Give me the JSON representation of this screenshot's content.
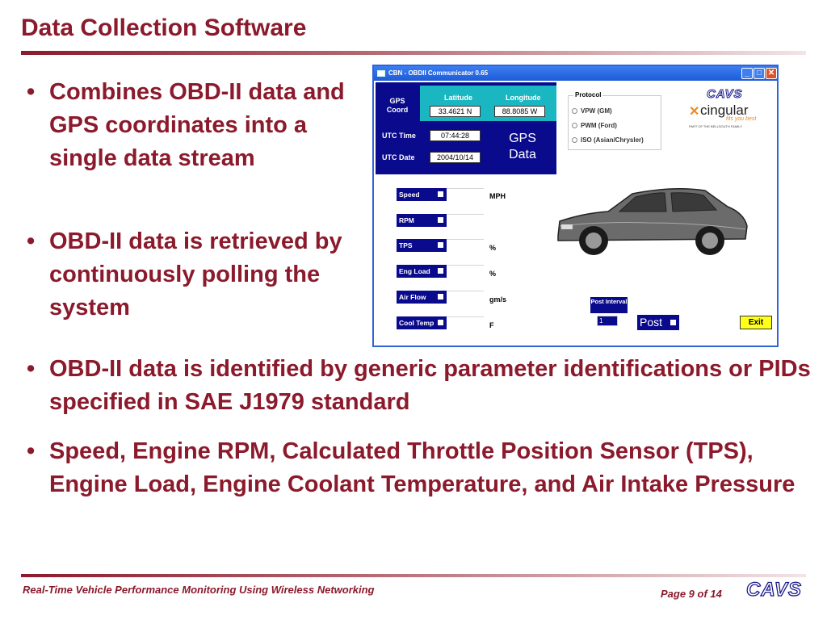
{
  "slide": {
    "title": "Data Collection Software",
    "bullets": [
      "Combines OBD-II data and GPS coordinates into a single data stream",
      "OBD-II data is retrieved by continuously polling the system",
      "OBD-II data is identified by generic parameter identifications or PIDs specified in SAE J1979 standard",
      "Speed, Engine RPM, Calculated Throttle Position Sensor (TPS), Engine Load, Engine Coolant Temperature, and Air Intake Pressure"
    ],
    "bullet_char": "•"
  },
  "window": {
    "title": "CBN - OBDII Communicator 0.65",
    "gps": {
      "coord_label": "GPS Coord",
      "latitude_label": "Latitude",
      "longitude_label": "Longitude",
      "latitude": "33.4621 N",
      "longitude": "88.8085 W",
      "utc_time_label": "UTC Time",
      "utc_time": "07:44:28",
      "utc_date_label": "UTC Date",
      "utc_date": "2004/10/14",
      "data_label": "GPS Data"
    },
    "protocol": {
      "title": "Protocol",
      "options": [
        "VPW (GM)",
        "PWM (Ford)",
        "ISO (Asian/Chrysler)"
      ]
    },
    "logos": {
      "cavs": "CAVS",
      "cingular": "cingular",
      "cingular_tagline": "fits you best",
      "cingular_part_of": "PART OF THE BELLSOUTH FAMILY"
    },
    "params": [
      {
        "label": "Speed",
        "unit": "MPH"
      },
      {
        "label": "RPM",
        "unit": ""
      },
      {
        "label": "TPS",
        "unit": "%"
      },
      {
        "label": "Eng Load",
        "unit": "%"
      },
      {
        "label": "Air Flow",
        "unit": "gm/s"
      },
      {
        "label": "Cool Temp",
        "unit": "F"
      }
    ],
    "post_interval_label": "Post Interval",
    "post_interval_value": "1",
    "post_label": "Post",
    "exit_label": "Exit"
  },
  "footer": {
    "title": "Real-Time Vehicle Performance Monitoring Using Wireless Networking",
    "page": "Page 9 of 14",
    "logo": "CAVS"
  },
  "colors": {
    "accent": "#8b1a2c",
    "panel_blue": "#0a0a8c",
    "teal": "#1ab7c2",
    "window_frame": "#2f64d6",
    "exit_yellow": "#ffff1a"
  }
}
